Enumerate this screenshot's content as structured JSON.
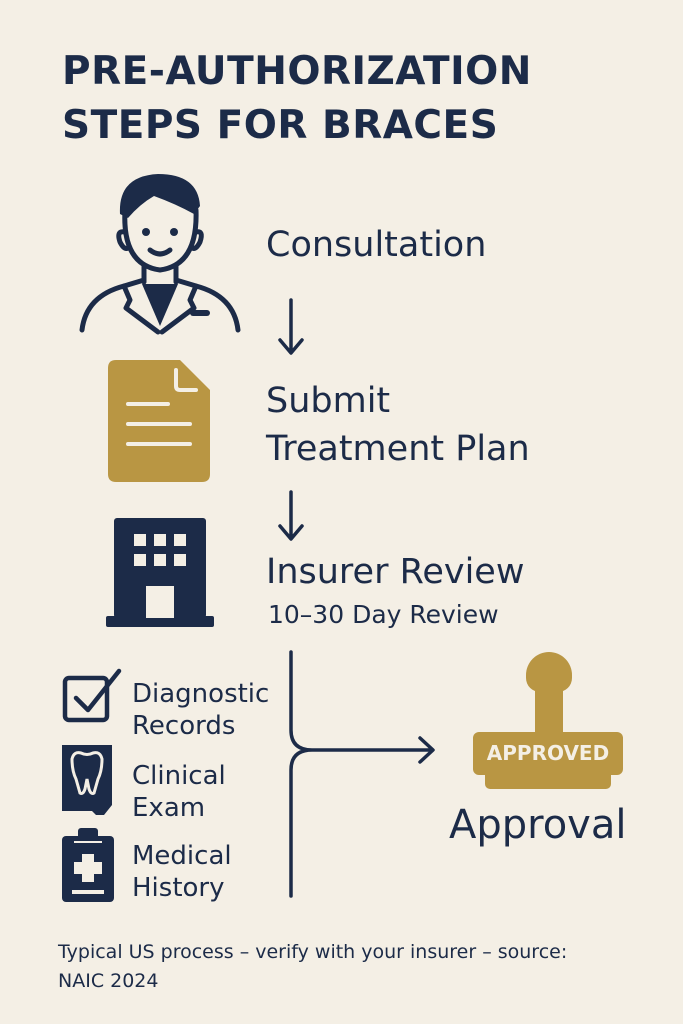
{
  "title": {
    "line1": "PRE-AUTHORIZATION",
    "line2": "STEPS FOR BRACES"
  },
  "steps": [
    {
      "label": "Consultation",
      "icon": "doctor-icon"
    },
    {
      "label_line1": "Submit",
      "label_line2": "Treatment Plan",
      "icon": "document-icon"
    },
    {
      "label": "Insurer Review",
      "detail": "10–30 Day Review",
      "icon": "building-icon"
    }
  ],
  "requirements": [
    {
      "line1": "Diagnostic",
      "line2": "Records",
      "icon": "checkbox-icon"
    },
    {
      "line1": "Clinical",
      "line2": "Exam",
      "icon": "tooth-icon"
    },
    {
      "line1": "Medical",
      "line2": "History",
      "icon": "clipboard-icon"
    }
  ],
  "approval": {
    "stamp_text": "APPROVED",
    "label": "Approval",
    "icon": "stamp-icon"
  },
  "footnote": {
    "line1": "Typical US process – verify with your insurer – source:",
    "line2": "NAIC 2024"
  },
  "colors": {
    "background": "#f4efe5",
    "navy": "#1c2b48",
    "gold": "#b99643"
  }
}
